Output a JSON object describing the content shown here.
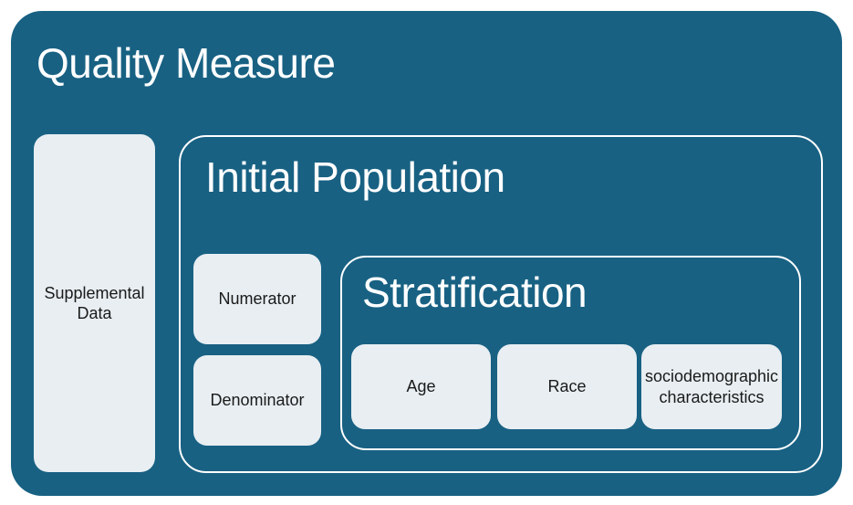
{
  "colors": {
    "page_bg": "#ffffff",
    "container": "#186183",
    "box": "#e8eef2",
    "box_text": "#1a1a1a",
    "title_text": "#ffffff",
    "outline": "#ffffff"
  },
  "diagram": {
    "title": "Quality Measure",
    "supplemental_label": "Supplemental Data",
    "initial_population": {
      "title": "Initial Population",
      "numerator_label": "Numerator",
      "denominator_label": "Denominator",
      "stratification": {
        "title": "Stratification",
        "items": [
          {
            "label": "Age"
          },
          {
            "label": "Race"
          },
          {
            "label": "sociodemographic characteristics"
          }
        ]
      }
    }
  }
}
